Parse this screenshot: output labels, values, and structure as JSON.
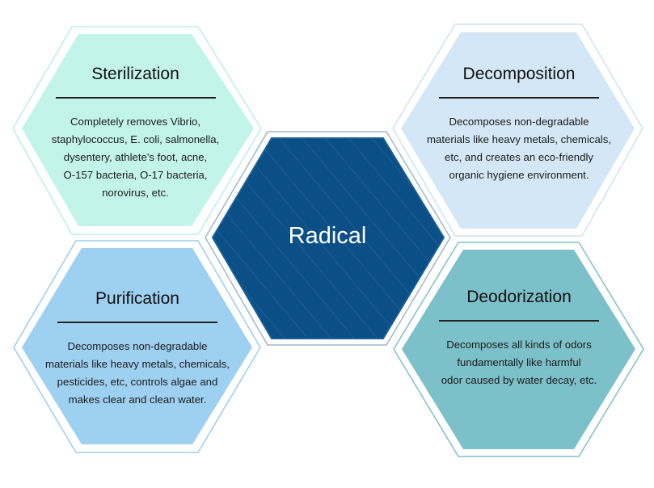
{
  "center": {
    "label": "Radical",
    "fill": "#0a4f86",
    "stroke": "#1a5f95",
    "outline": "#9fb7cc"
  },
  "hexes": [
    {
      "key": "sterilization",
      "title": "Sterilization",
      "body": "Completely removes Vibrio,\nstaphylococcus, E. coli, salmonella,\ndysentery, athlete's foot, acne,\nO-157 bacteria, O-17 bacteria,\nnorovirus, etc.",
      "fill": "#c3f4ea",
      "outline": "#bdeee5"
    },
    {
      "key": "decomposition",
      "title": "Decomposition",
      "body": "Decomposes non-degradable\nmaterials like heavy metals, chemicals,\netc, and creates an eco-friendly\norganic hygiene environment.",
      "fill": "#d3e7f6",
      "outline": "#cfe2f1"
    },
    {
      "key": "purification",
      "title": "Purification",
      "body": "Decomposes non-degradable\nmaterials like heavy metals, chemicals,\npesticides, etc, controls algae and\nmakes clear and clean water.",
      "fill": "#9ed0f1",
      "outline": "#9dcdee"
    },
    {
      "key": "deodorization",
      "title": "Deodorization",
      "body": "Decomposes all kinds of odors\nfundamentally like harmful\nodor caused by water decay, etc.",
      "fill": "#7cc0c9",
      "outline": "#7fc0c8"
    }
  ]
}
